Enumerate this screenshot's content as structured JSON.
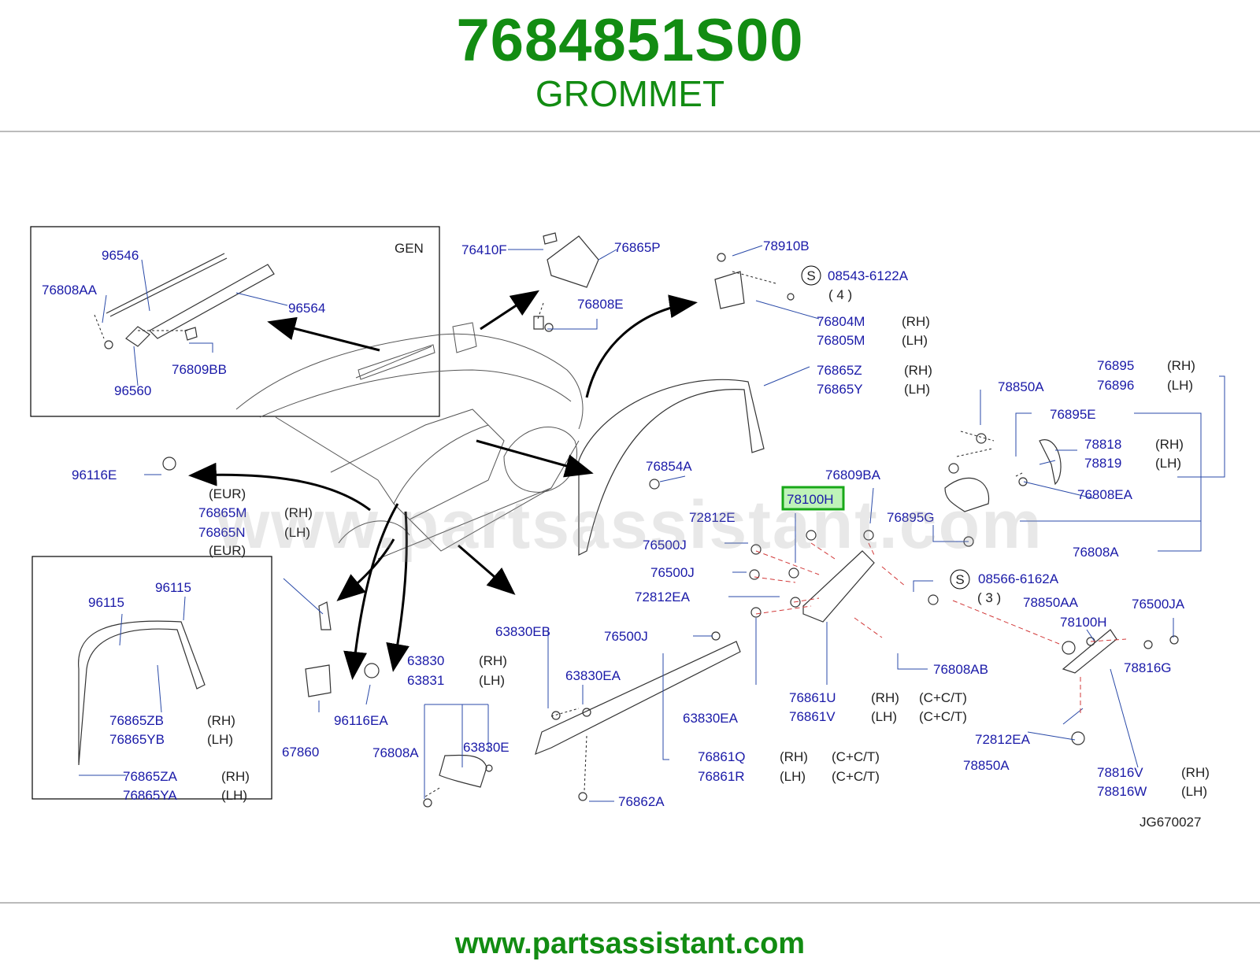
{
  "header": {
    "part_number": "7684851S00",
    "part_name": "GROMMET"
  },
  "footer": {
    "url": "www.partsassistant.com"
  },
  "watermark": "www.partsassistant.com",
  "colors": {
    "brand_green": "#128c12",
    "label_blue": "#1a1aa8",
    "highlight_bg": "#bff3b8",
    "highlight_border": "#18a818"
  },
  "diagram": {
    "code": "JG670027",
    "inset_top_title": "GEN",
    "highlighted": "78100H",
    "labels": {
      "l96546": "96546",
      "l76808AA": "76808AA",
      "l96564": "96564",
      "l76809BB": "76809BB",
      "l96560": "96560",
      "l76410F": "76410F",
      "l76865P": "76865P",
      "l76808E": "76808E",
      "l78910B": "78910B",
      "l08543": "08543-6122A",
      "q4": "( 4 )",
      "l76804M": "76804M",
      "l76805M": "76805M",
      "l76865Z": "76865Z",
      "l76865Y": "76865Y",
      "l96116E": "96116E",
      "l76865M": "76865M",
      "l76865N": "76865N",
      "l96115a": "96115",
      "l96115b": "96115",
      "l76865ZB": "76865ZB",
      "l76865YB": "76865YB",
      "l76865ZA": "76865ZA",
      "l76865YA": "76865YA",
      "l76854A": "76854A",
      "l76809BA": "76809BA",
      "l72812E": "72812E",
      "l76895G": "76895G",
      "l76500J1": "76500J",
      "l76500J2": "76500J",
      "l72812EA1": "72812EA",
      "l08566": "08566-6162A",
      "q3": "( 3 )",
      "l76500J3": "76500J",
      "l76808AB": "76808AB",
      "l63830EB": "63830EB",
      "l63830": "63830",
      "l63831": "63831",
      "l63830EA1": "63830EA",
      "l63830EA2": "63830EA",
      "l96116EA": "96116EA",
      "l67860": "67860",
      "l76808A1": "76808A",
      "l63830E": "63830E",
      "l76862A": "76862A",
      "l76861U": "76861U",
      "l76861V": "76861V",
      "l76861Q": "76861Q",
      "l76861R": "76861R",
      "l76895": "76895",
      "l76896": "76896",
      "l78850A1": "78850A",
      "l76895E": "76895E",
      "l78818": "78818",
      "l78819": "78819",
      "l76808EA": "76808EA",
      "l76808A2": "76808A",
      "l78850AA": "78850AA",
      "l78100H2": "78100H",
      "l76500JA": "76500JA",
      "l78816G": "78816G",
      "l72812EA2": "72812EA",
      "l78850A2": "78850A",
      "l78816V": "78816V",
      "l78816W": "78816W"
    },
    "notes": {
      "rh": "(RH)",
      "lh": "(LH)",
      "eur": "(EUR)",
      "cct": "(C+C/T)",
      "s": "S"
    }
  }
}
